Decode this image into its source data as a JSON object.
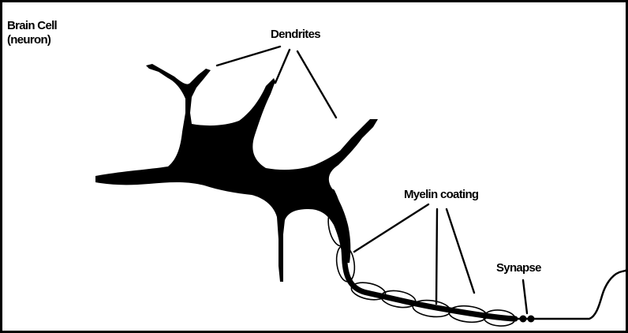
{
  "diagram": {
    "title_lines": [
      "Brain Cell",
      "(neuron)"
    ],
    "labels": {
      "dendrites": "Dendrites",
      "myelin_coating": "Myelin coating",
      "synapse": "Synapse"
    },
    "colors": {
      "ink": "#000000",
      "background": "#ffffff"
    }
  }
}
